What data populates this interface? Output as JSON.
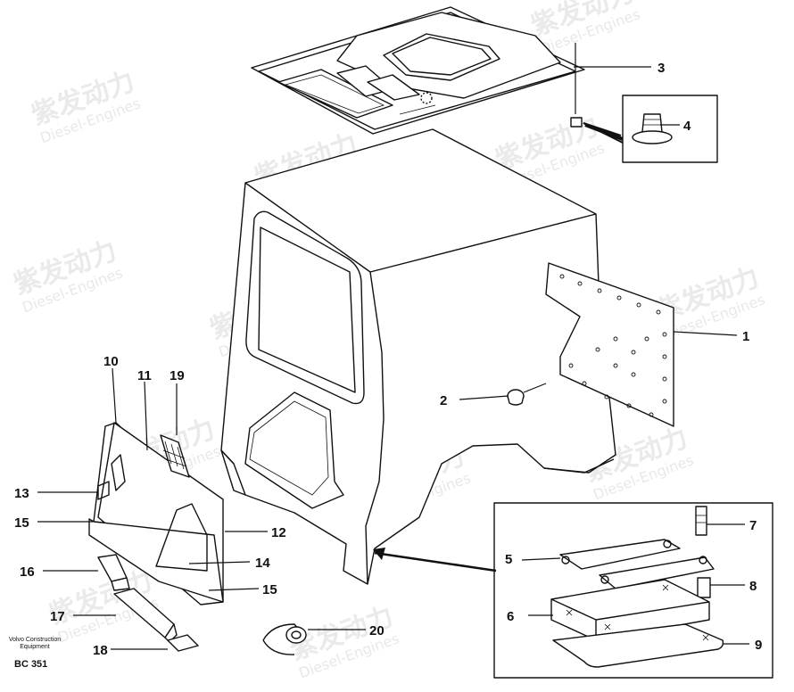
{
  "watermark": {
    "brand": "紫发动力",
    "sub": "Diesel-Engines"
  },
  "caption": {
    "line1": "Volvo Construction",
    "line2": "Equipment",
    "code": "BC 351"
  },
  "callouts": {
    "c1": "1",
    "c2": "2",
    "c3": "3",
    "c4": "4",
    "c5": "5",
    "c6": "6",
    "c7": "7",
    "c8": "8",
    "c9": "9",
    "c10": "10",
    "c11": "11",
    "c12": "12",
    "c13": "13",
    "c14": "14",
    "c15a": "15",
    "c15b": "15",
    "c16": "16",
    "c17": "17",
    "c18": "18",
    "c19": "19",
    "c20": "20"
  }
}
